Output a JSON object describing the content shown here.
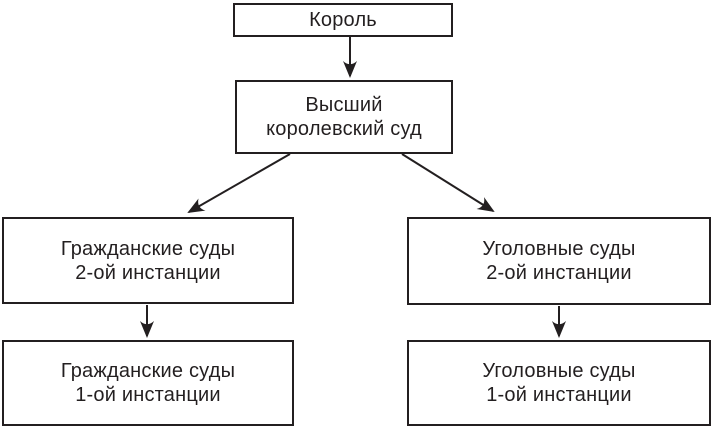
{
  "diagram": {
    "type": "flowchart",
    "language": "ru",
    "colors": {
      "background": "#ffffff",
      "line": "#231f20",
      "text": "#231f20"
    },
    "nodes": {
      "king": {
        "label": "Король"
      },
      "high_court": {
        "line1": "Высший",
        "line2": "королевский суд"
      },
      "civil_2": {
        "line1": "Гражданские суды",
        "line2": "2-ой инстанции"
      },
      "criminal_2": {
        "line1": "Уголовные суды",
        "line2": "2-ой инстанции"
      },
      "civil_1": {
        "line1": "Гражданские суды",
        "line2": "1-ой инстанции"
      },
      "criminal_1": {
        "line1": "Уголовные суды",
        "line2": "1-ой инстанции"
      }
    },
    "edges": [
      {
        "from": "Король",
        "to": "Высший королевский суд"
      },
      {
        "from": "Высший королевский суд",
        "to": "Гражданские суды 2-ой инстанции"
      },
      {
        "from": "Высший королевский суд",
        "to": "Уголовные суды 2-ой инстанции"
      },
      {
        "from": "Гражданские суды 2-ой инстанции",
        "to": "Гражданские суды 1-ой инстанции"
      },
      {
        "from": "Уголовные суды 2-ой инстанции",
        "to": "Уголовные суды 1-ой инстанции"
      }
    ]
  }
}
